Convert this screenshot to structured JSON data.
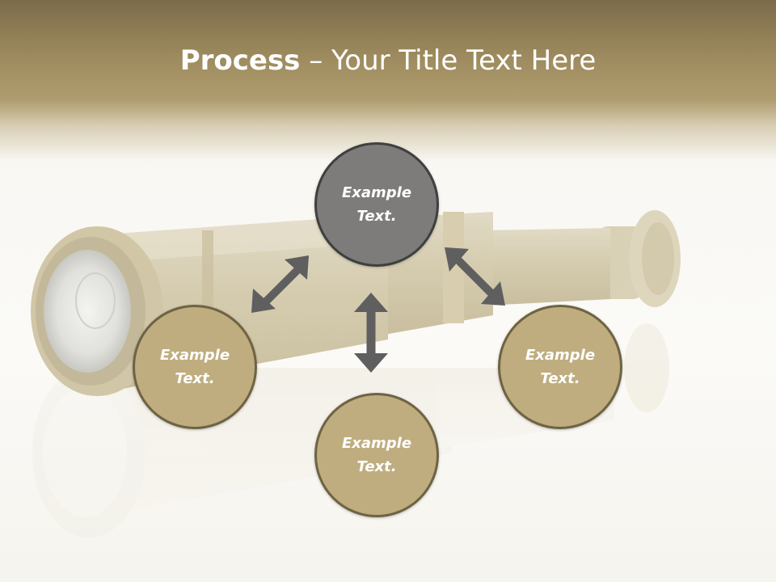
{
  "slide": {
    "title_bold": "Process",
    "title_rest": " – Your Title Text Here",
    "nodes": [
      {
        "label": "Example\nText."
      },
      {
        "label": "Example\nText."
      },
      {
        "label": "Example\nText."
      },
      {
        "label": "Example\nText."
      }
    ]
  },
  "colors": {
    "header_top": "#7b6b49",
    "header_mid": "#b09d6f",
    "node_center_fill": "#7d7c7b",
    "node_center_border": "#3f3f3f",
    "node_fill": "#bfad7f",
    "node_border": "#6e6343",
    "arrow": "#5f5f5f",
    "text": "#ffffff"
  },
  "icons": [
    "spyglass-image",
    "double-arrow-icon"
  ]
}
